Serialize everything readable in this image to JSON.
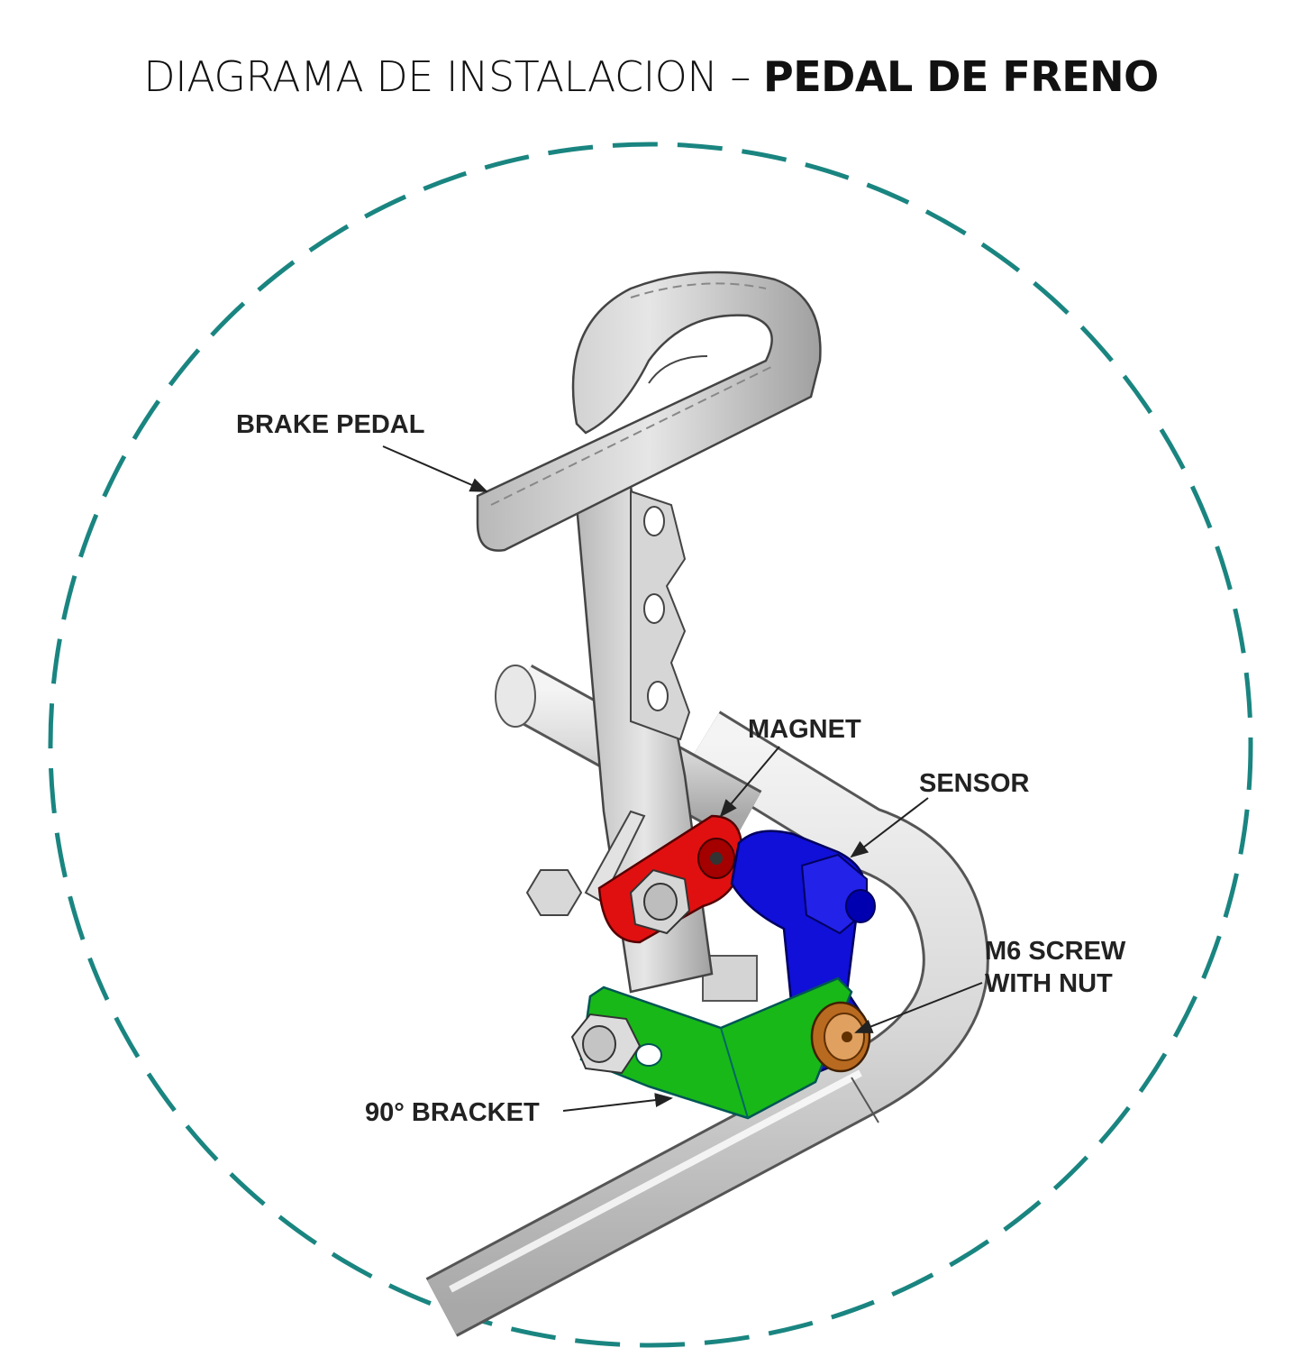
{
  "title": {
    "prefix": "DIAGRAMA DE INSTALACION – ",
    "emphasis": "PEDAL DE FRENO"
  },
  "labels": {
    "brake_pedal": "BRAKE PEDAL",
    "magnet": "MAGNET",
    "sensor": "SENSOR",
    "screw_line1": "M6 SCREW",
    "screw_line2": "WITH NUT",
    "bracket": "90° BRACKET"
  },
  "colors": {
    "circle": "#1a8580",
    "magnet": "#e01010",
    "sensor": "#1010d8",
    "bracket": "#18b818",
    "screw": "#c88040",
    "metal": "#cfcfcf"
  }
}
